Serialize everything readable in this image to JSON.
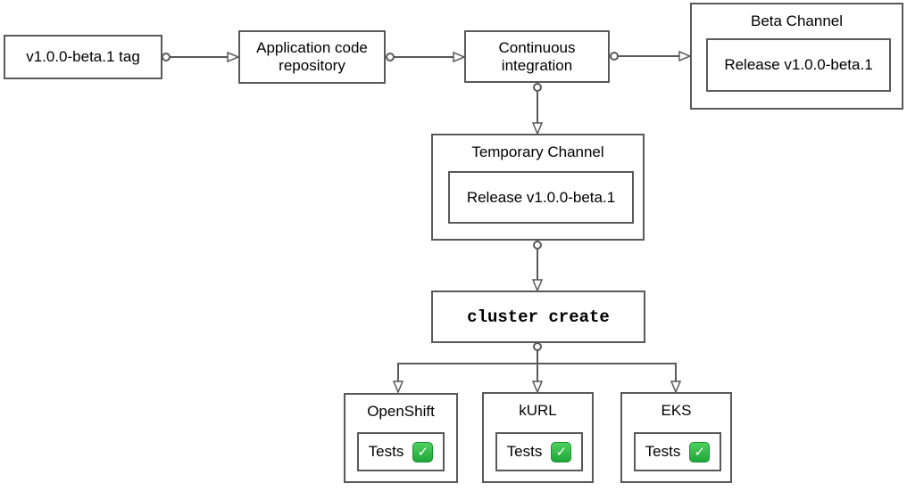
{
  "nodes": {
    "tag": {
      "label": "v1.0.0-beta.1 tag"
    },
    "app_repo": {
      "label": "Application code repository"
    },
    "ci": {
      "label": "Continuous integration"
    },
    "beta_channel": {
      "title": "Beta Channel",
      "release_label": "Release v1.0.0-beta.1"
    },
    "temp_channel": {
      "title": "Temporary Channel",
      "release_label": "Release v1.0.0-beta.1"
    },
    "cluster_create": {
      "label": "cluster create"
    },
    "openshift": {
      "title": "OpenShift",
      "tests_label": "Tests"
    },
    "kurl": {
      "title": "kURL",
      "tests_label": "Tests"
    },
    "eks": {
      "title": "EKS",
      "tests_label": "Tests"
    }
  },
  "icons": {
    "check": {
      "name": "check-icon",
      "glyph": "✓",
      "bg_color": "#24ab3c",
      "check_color": "#ffffff"
    }
  },
  "colors": {
    "box_border": "#595959",
    "connector": "#595959",
    "canvas_bg": "#ffffff",
    "text": "#000000",
    "check_green": "#24ab3c"
  }
}
